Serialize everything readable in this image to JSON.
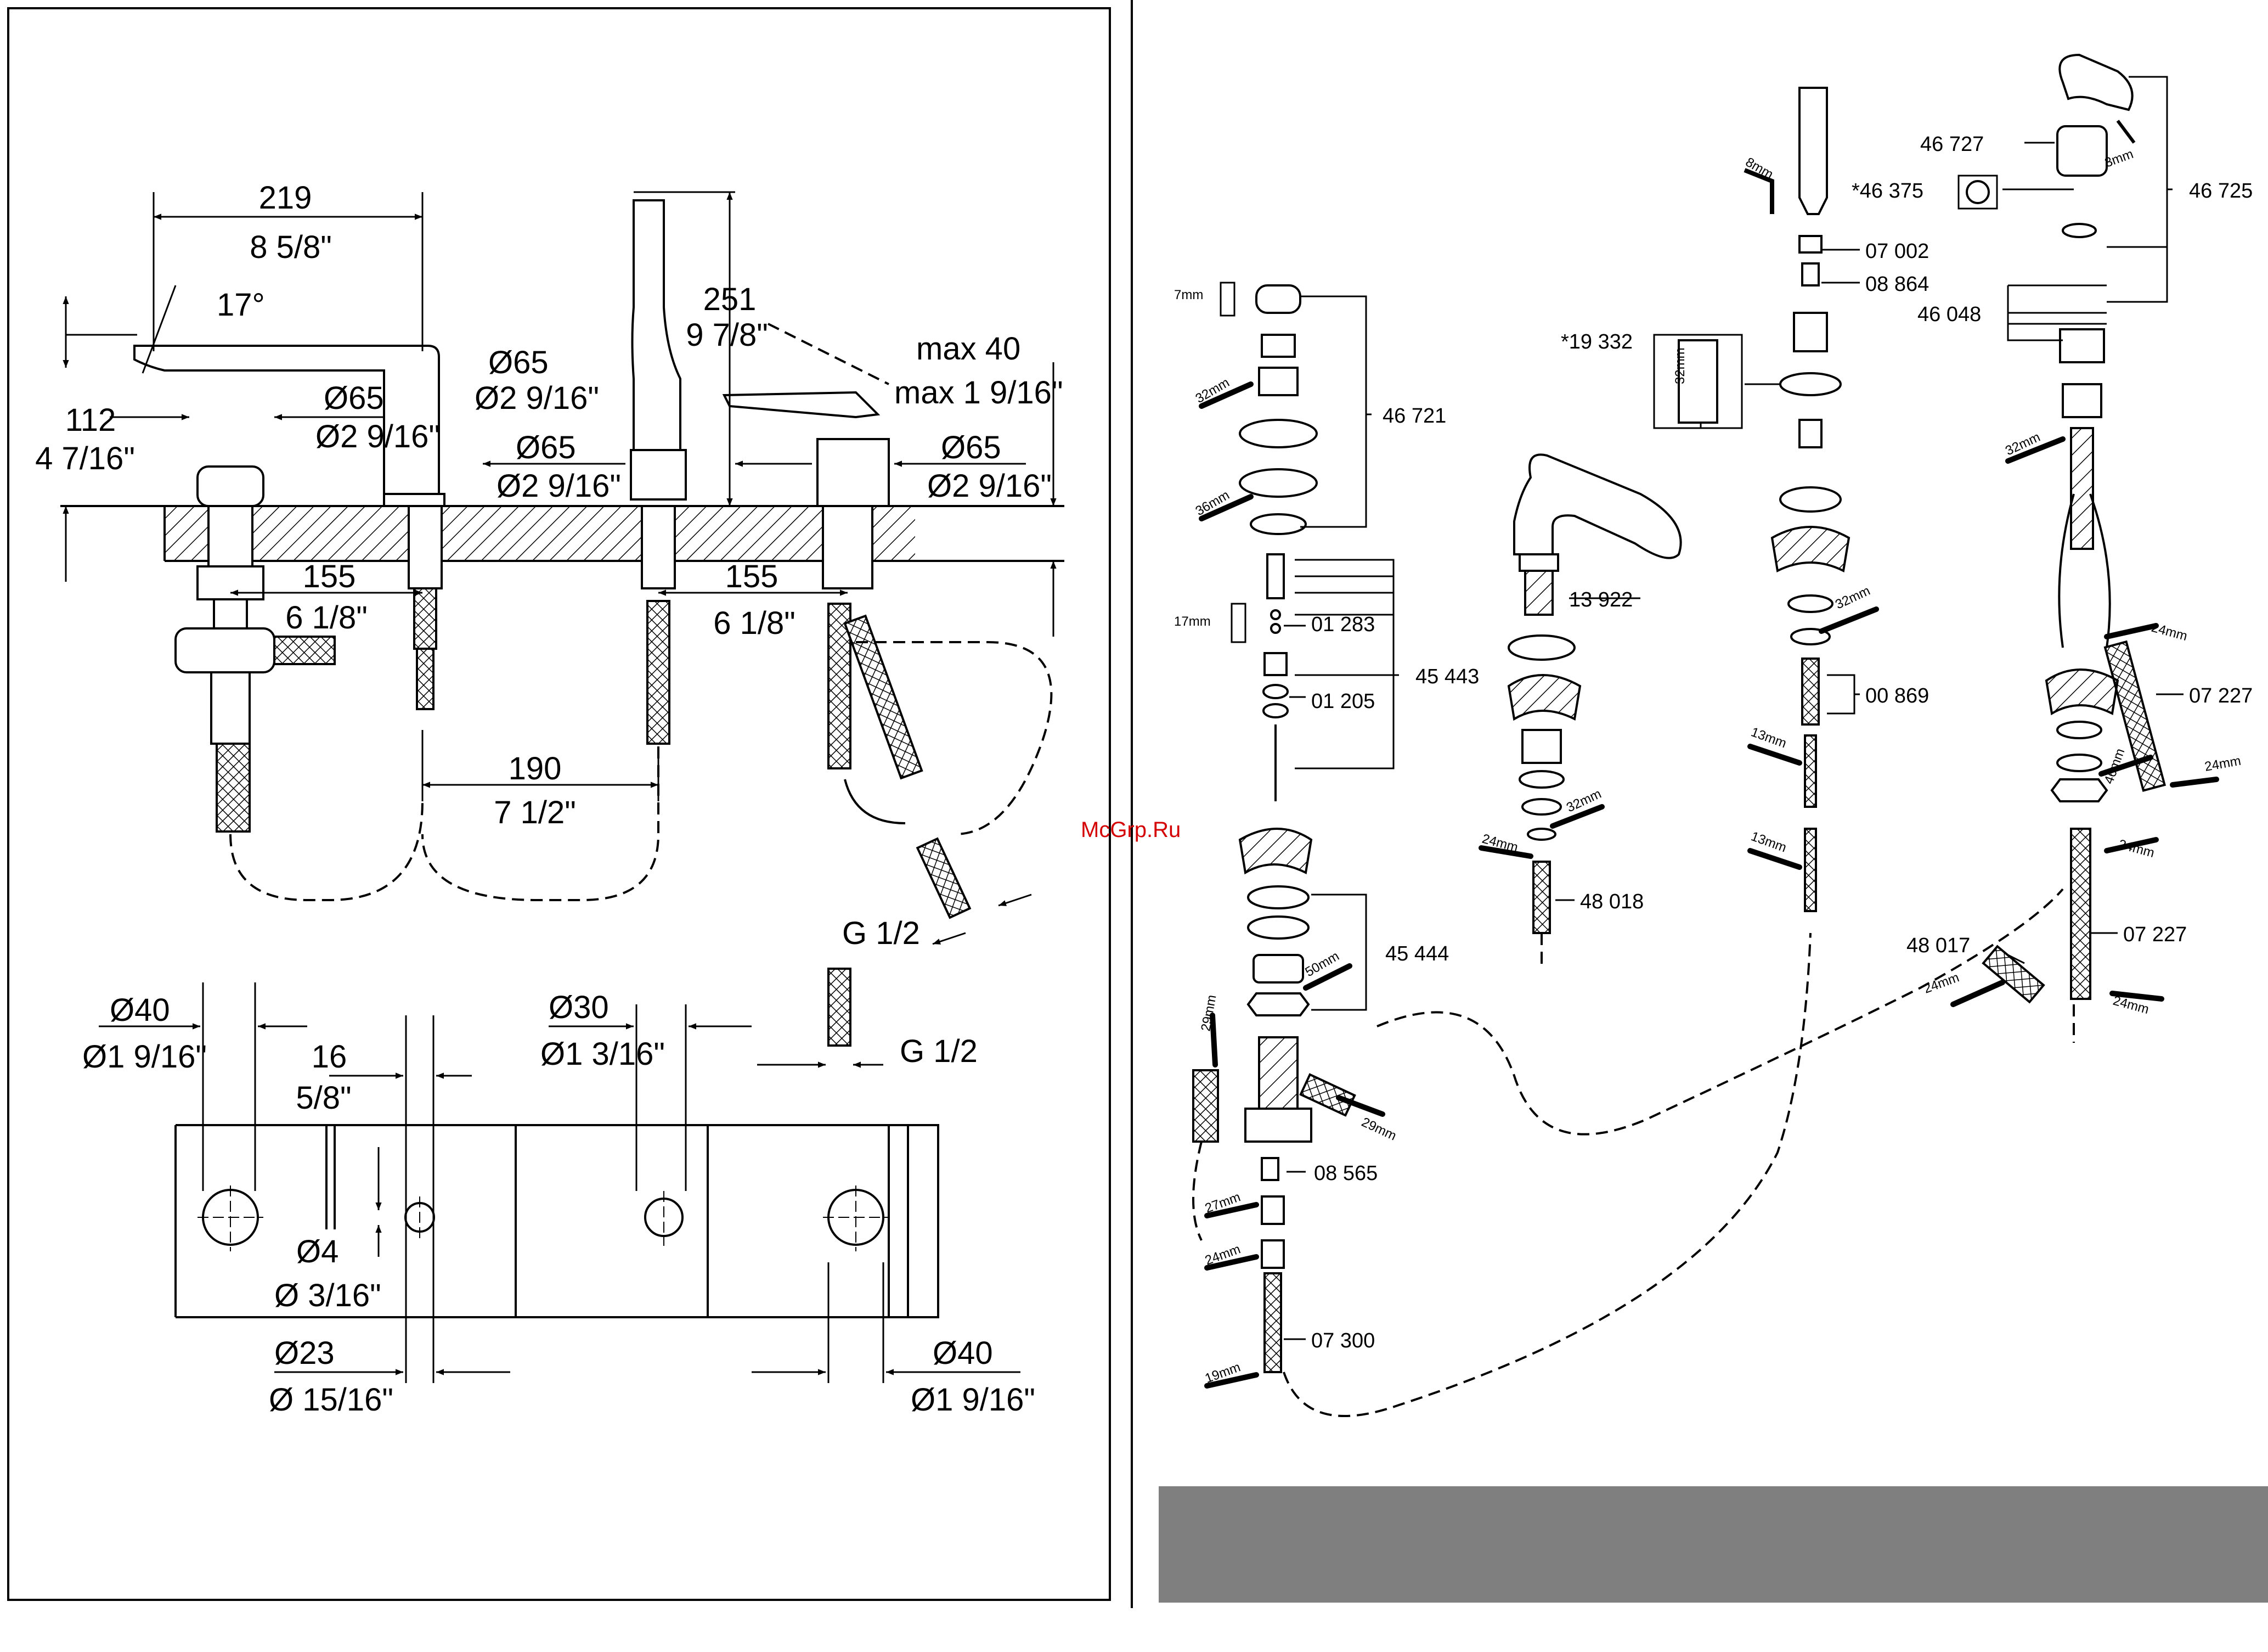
{
  "watermark": "McGrp.Ru",
  "left_panel": {
    "top_view": {
      "dims": {
        "spout_length": "219",
        "spout_length_in": "8 5/8\"",
        "angle": "17°",
        "height_total": "251",
        "height_total_in": "9 7/8\"",
        "height_spout": "112",
        "height_spout_in": "4 7/16\"",
        "max_thickness": "max 40",
        "max_thickness_in": "max 1 9/16\"",
        "dia_spout": "Ø65",
        "dia_spout_in": "Ø2 9/16\"",
        "dia_a": "Ø65",
        "dia_a_in": "Ø2 9/16\"",
        "dia_b": "Ø65",
        "dia_b_in": "Ø2 9/16\"",
        "dia_c": "Ø65",
        "dia_c_in": "Ø2 9/16\"",
        "spacing_left": "155",
        "spacing_left_in": "6 1/8\"",
        "spacing_right": "155",
        "spacing_right_in": "6 1/8\"",
        "spacing_mid": "190",
        "spacing_mid_in": "7 1/2\"",
        "thread": "G 1/2"
      }
    },
    "bottom_view": {
      "dims": {
        "d40_a": "Ø40",
        "d40_a_in": "Ø1 9/16\"",
        "d16": "16",
        "d16_in": "5/8\"",
        "d30": "Ø30",
        "d30_in": "Ø1 3/16\"",
        "thread": "G 1/2",
        "d4": "Ø4",
        "d4_in": "Ø 3/16\"",
        "d23": "Ø23",
        "d23_in": "Ø 15/16\"",
        "d40_b": "Ø40",
        "d40_b_in": "Ø1 9/16\""
      }
    }
  },
  "right_panel": {
    "parts": {
      "p46721": "46 721",
      "p45443": "45 443",
      "p01283": "01 283",
      "p01205": "01 205",
      "p45444": "45 444",
      "p08565": "08 565",
      "p07300": "07 300",
      "p13922": "13 922",
      "p48018": "48 018",
      "p19332": "*19 332",
      "p07002": "07 002",
      "p08864": "08 864",
      "p00869": "00 869",
      "p46727": "46 727",
      "p46375": "*46 375",
      "p46725": "46 725",
      "p46048": "46 048",
      "p07227a": "07 227",
      "p07227b": "07 227",
      "p48017": "48 017"
    },
    "tools": {
      "t7": "7mm",
      "t32a": "32mm",
      "t36": "36mm",
      "t17": "17mm",
      "t50": "50mm",
      "t29a": "29mm",
      "t29b": "29mm",
      "t27": "27mm",
      "t24a": "24mm",
      "t19": "19mm",
      "t24b": "24mm",
      "t32b": "32mm",
      "t32c": "32mm",
      "t8": "8mm",
      "t32d": "32mm",
      "t13a": "13mm",
      "t13b": "13mm",
      "t3": "3mm",
      "t32e": "32mm",
      "t24c": "24mm",
      "t24d": "24mm",
      "t46": "46mm",
      "t24e": "24mm",
      "t24f": "24mm",
      "t24g": "24mm"
    }
  }
}
